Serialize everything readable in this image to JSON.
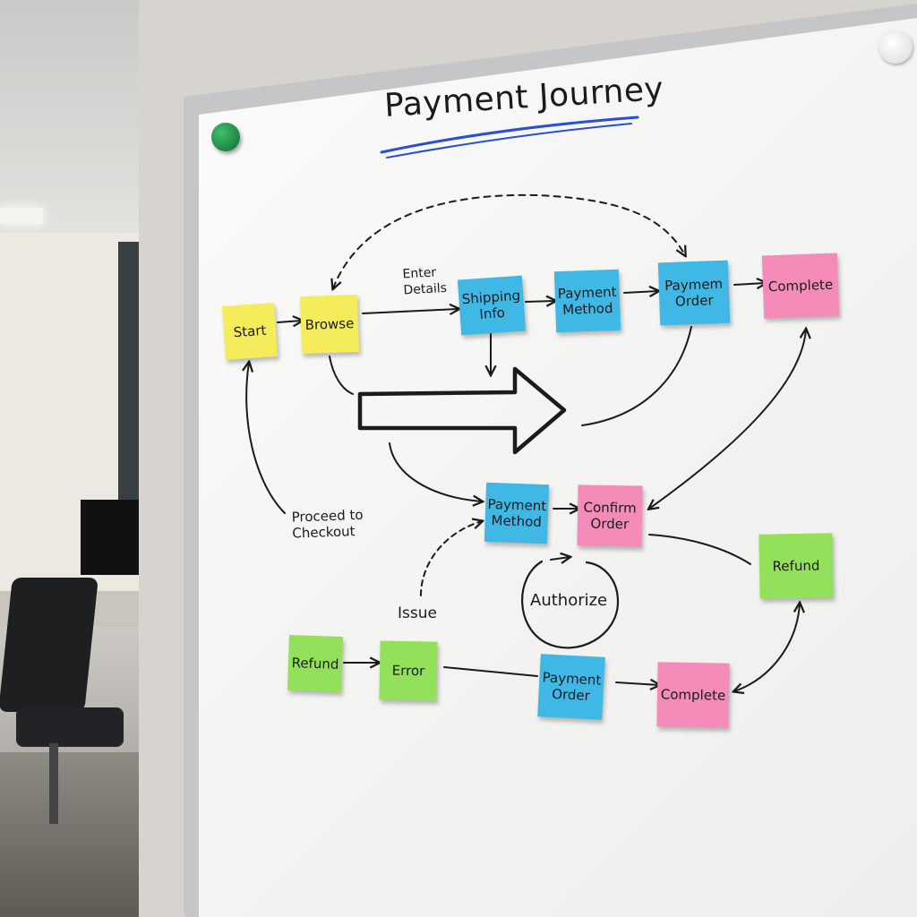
{
  "title": "Payment Journey",
  "notes": {
    "start": "Start",
    "browse": "Browse",
    "shipping_info": "Shipping Info",
    "payment_method_top": "Payment Method",
    "paymem_order": "Paymem Order",
    "complete_top": "Complete",
    "payment_method_mid": "Payment Method",
    "confirm_order": "Confirm Order",
    "refund_right": "Refund",
    "refund_left": "Refund",
    "error": "Error",
    "payment_order": "Payment Order",
    "complete_bottom": "Complete"
  },
  "labels": {
    "enter_details": "Enter Details",
    "proceed_checkout": "Proceed to Checkout",
    "issue": "Issue",
    "authorize": "Authorize"
  },
  "colors": {
    "yellow_note": "#f5ec5b",
    "blue_note": "#3fb8e6",
    "pink_note": "#f58bb8",
    "green_note": "#93e05a",
    "marker_black": "#1b1b1b",
    "marker_blue": "#2a4fd6"
  }
}
